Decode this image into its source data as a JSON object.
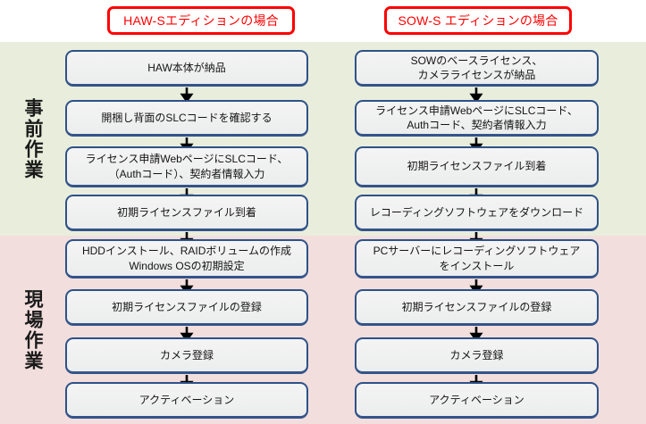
{
  "headers": {
    "left": "HAW-Sエディションの場合",
    "right": "SOW-S エディションの場合"
  },
  "phases": [
    {
      "id": "pre",
      "label": "事前作業",
      "band_color": "#e9eedc"
    },
    {
      "id": "onsite",
      "label": "現場作業",
      "band_color": "#f2dedd"
    }
  ],
  "colors": {
    "header_border": "#ff0000",
    "header_text": "#ff0000",
    "box_border": "#2e5288",
    "box_fill": "#f0f0f0",
    "band_pre": "#e9eedc",
    "band_onsite": "#f2dedd",
    "arrow": "#000000"
  },
  "columns": {
    "left": {
      "edition": "HAW-Sエディションの場合",
      "steps": [
        {
          "phase": "pre",
          "text": "HAW本体が納品"
        },
        {
          "phase": "pre",
          "text": "開梱し背面のSLCコードを確認する"
        },
        {
          "phase": "pre",
          "text": "ライセンス申請WebページにSLCコード、\n（Authコード）、契約者情報入力"
        },
        {
          "phase": "pre",
          "text": "初期ライセンスファイル到着"
        },
        {
          "phase": "onsite",
          "text": "HDDインストール、RAIDボリュームの作成\nWindows OSの初期設定"
        },
        {
          "phase": "onsite",
          "text": "初期ライセンスファイルの登録"
        },
        {
          "phase": "onsite",
          "text": "カメラ登録"
        },
        {
          "phase": "onsite",
          "text": "アクティベーション"
        }
      ]
    },
    "right": {
      "edition": "SOW-S エディションの場合",
      "steps": [
        {
          "phase": "pre",
          "text": "SOWのベースライセンス、\nカメラライセンスが納品"
        },
        {
          "phase": "pre",
          "text": "ライセンス申請WebページにSLCコード、\nAuthコード、契約者情報入力"
        },
        {
          "phase": "pre",
          "text": "初期ライセンスファイル到着"
        },
        {
          "phase": "pre",
          "text": "レコーディングソフトウェアをダウンロード"
        },
        {
          "phase": "onsite",
          "text": "PCサーバーにレコーディングソフトウェア\nをインストール"
        },
        {
          "phase": "onsite",
          "text": "初期ライセンスファイルの登録"
        },
        {
          "phase": "onsite",
          "text": "カメラ登録"
        },
        {
          "phase": "onsite",
          "text": "アクティベーション"
        }
      ]
    }
  },
  "layout": {
    "box_tops": [
      56,
      112,
      164,
      218,
      268,
      324,
      378,
      428
    ],
    "box_heights": [
      41,
      41,
      46,
      41,
      44,
      41,
      41,
      41
    ]
  }
}
